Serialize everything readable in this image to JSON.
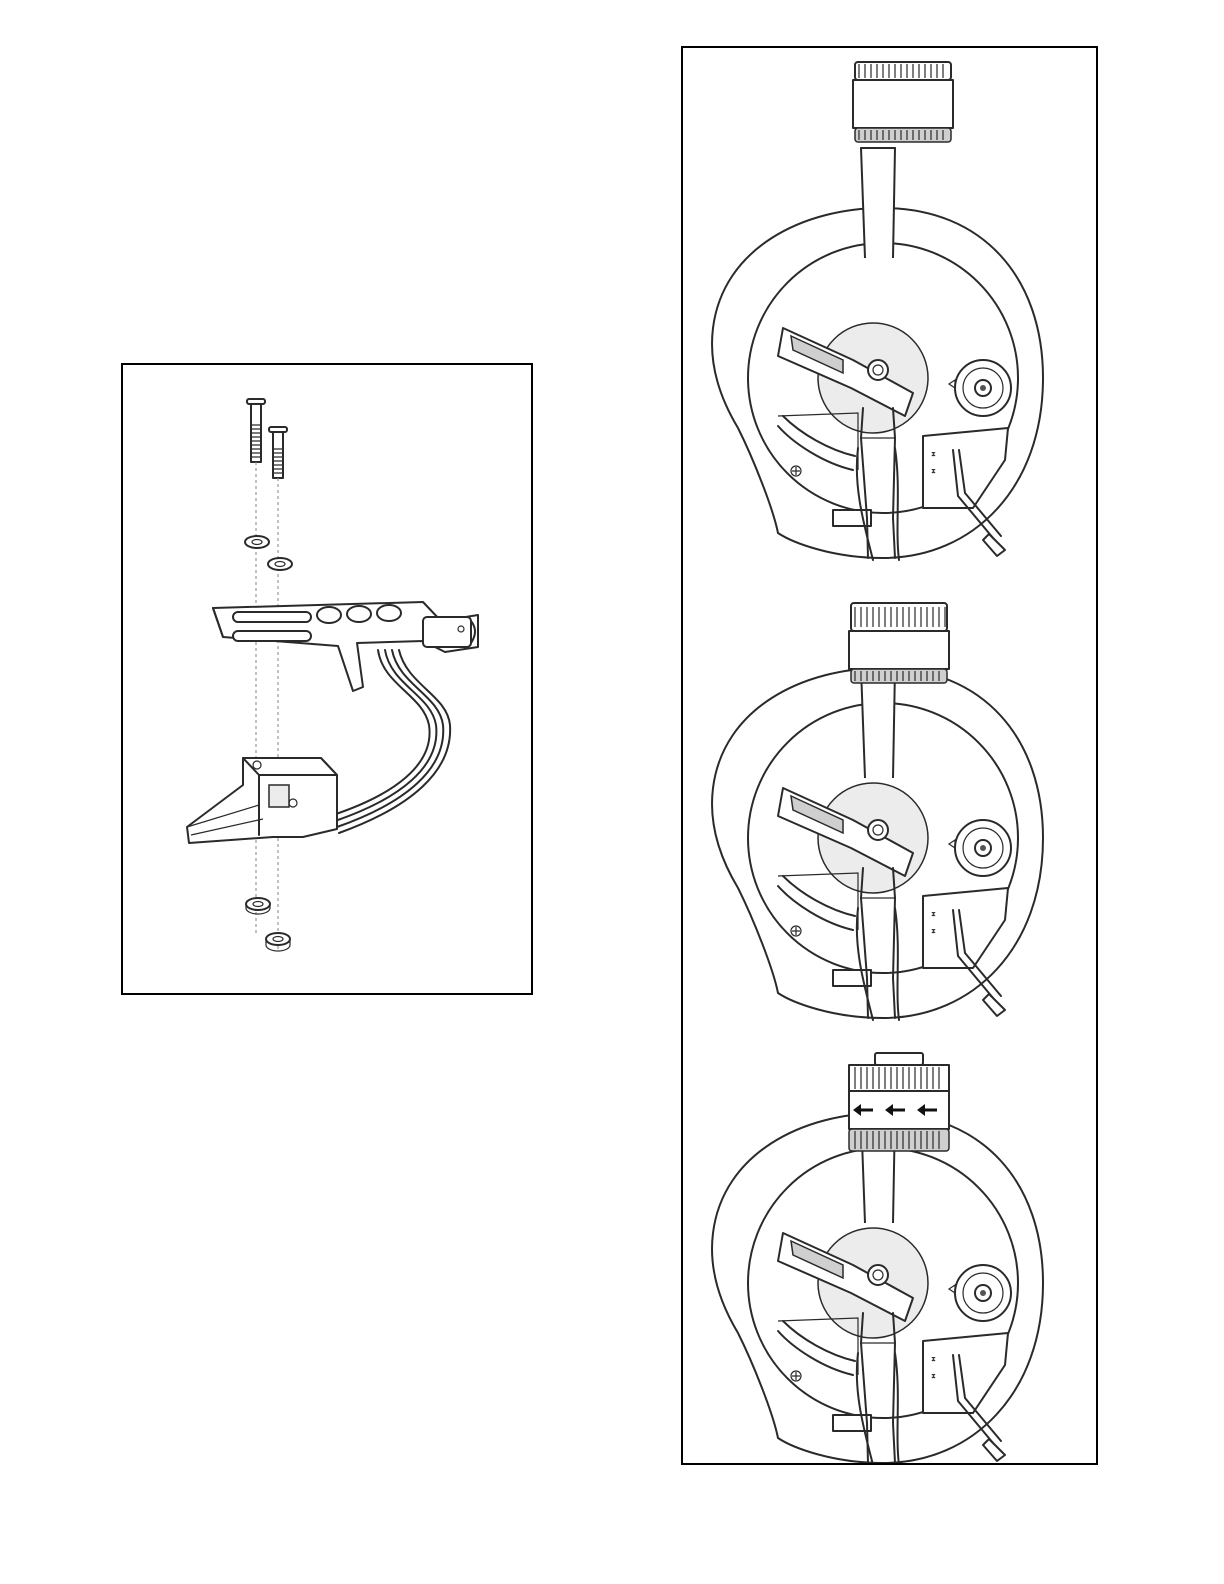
{
  "figures": [
    {
      "id": "headshell-cartridge-exploded-view"
    },
    {
      "id": "tonearm-counterweight-steps",
      "steps": 3
    }
  ],
  "colors": {
    "line": "#2a2a2a",
    "background": "#ffffff",
    "shade": "#cfcfcf"
  }
}
